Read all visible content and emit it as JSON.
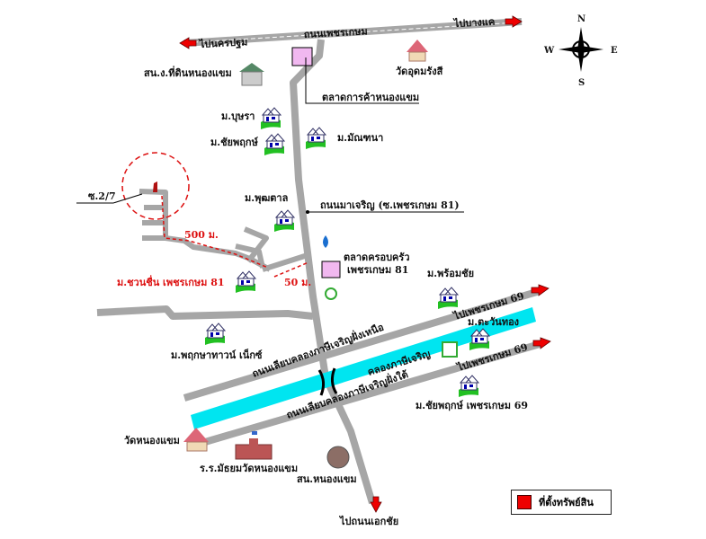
{
  "compass": {
    "n": "N",
    "s": "S",
    "e": "E",
    "w": "W"
  },
  "roads": {
    "phetkasem": "ถนนเพชรเกษม",
    "to_nakhon_pathom": "ไปนครปฐม",
    "to_bang_khae": "ไปบางแค",
    "ma_charoen": "ถนนมาเจริญ (ซ.เพชรเกษม 81)",
    "canal_north_road": "ถนนเลียบคลองภาษีเจริญฝั่งเหนือ",
    "canal_south_road": "ถนนเลียบคลองภาษีเจริญฝั่งใต้",
    "to_phetkasem69_a": "ไปเพชรเกษม 69",
    "to_phetkasem69_b": "ไปเพชรเกษม 69",
    "to_ekkachai": "ไปถนนเอกชัย",
    "soi": "ซ.2/7",
    "canal": "คลองภาษีเจริญ"
  },
  "distances": {
    "d1": "500 ม.",
    "d2": "50 ม."
  },
  "places": {
    "land_office": "สน.ง.ที่ดินหนองแขม",
    "wat_udom": "วัดอุดมรังสี",
    "market": "ตลาดการค้าหนองแขม",
    "m_bunsara": "ม.บุษรา",
    "m_chaiyaphruek": "ม.ชัยพฤกษ์",
    "m_manthana": "ม.มัณฑนา",
    "m_phutthan": "ม.พุฒตาล",
    "family_market_1": "ตลาดครอบครัว",
    "family_market_2": "เพชรเกษม 81",
    "m_chuanchuen": "ม.ชวนชื่น เพชรเกษม 81",
    "m_phromchai": "ม.พร้อมชัย",
    "m_tawanthong": "ม.ตะวันทอง",
    "m_phruksa": "ม.พฤกษาทาวน์ เน็กซ์",
    "m_chaiyaphruek69": "ม.ชัยพฤกษ์ เพชรเกษม 69",
    "wat_nongkhaem": "วัดหนองแขม",
    "school": "ร.ร.มัธยมวัดหนองแขม",
    "police": "สน.หนองแขม"
  },
  "legend": {
    "label": "ที่ตั้งทรัพย์สิน",
    "color": "#e00000"
  },
  "colors": {
    "road": "#a6a6a6",
    "canal": "#00e5f0",
    "arrow": "#e00000"
  }
}
